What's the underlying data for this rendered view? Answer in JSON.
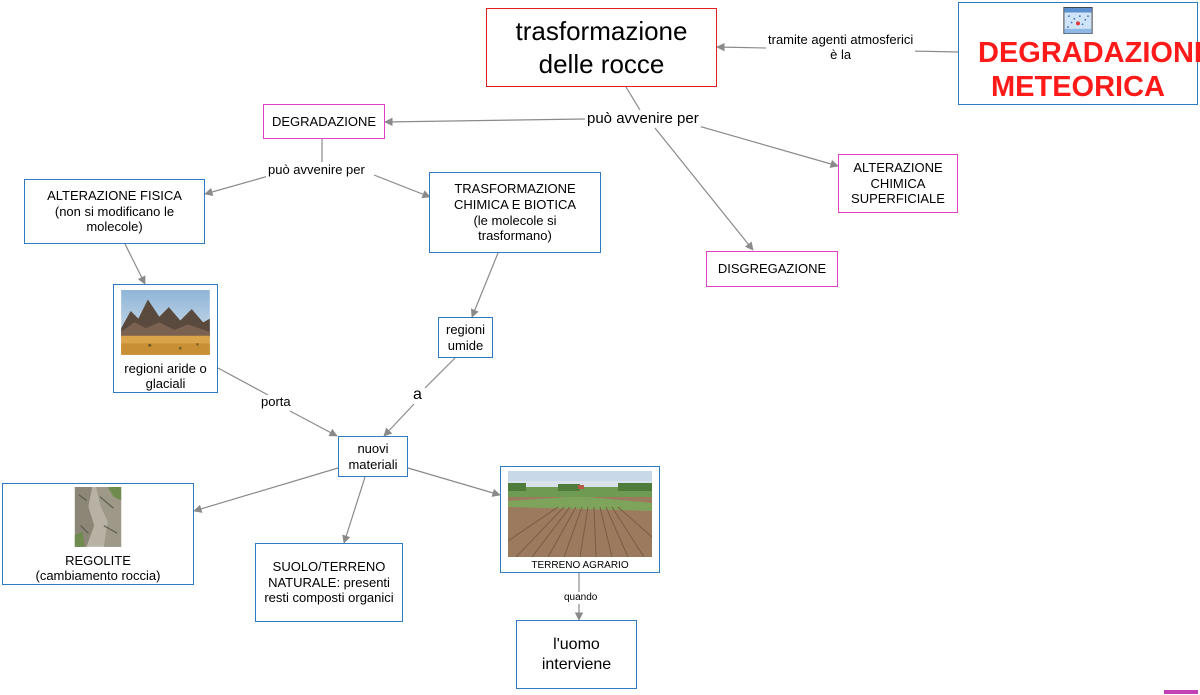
{
  "nodes": {
    "trasformazione": "trasformazione delle rocce",
    "degradazione_meteorica": "DEGRADAZIONE METEORICA",
    "degradazione": "DEGRADAZIONE",
    "alterazione_chimica": "ALTERAZIONE CHIMICA SUPERFICIALE",
    "disgregazione": "DISGREGAZIONE",
    "alterazione_fisica_title": "ALTERAZIONE FISICA",
    "alterazione_fisica_note": "(non si modificano le molecole)",
    "trasf_chimica_title": "TRASFORMAZIONE CHIMICA E BIOTICA",
    "trasf_chimica_note": "(le molecole si trasformano)",
    "regioni_aride": "regioni aride o glaciali",
    "regioni_umide": "regioni umide",
    "nuovi_materiali": "nuovi materiali",
    "regolite_title": "REGOLITE",
    "regolite_note": "(cambiamento roccia)",
    "suolo": "SUOLO/TERRENO NATURALE: presenti resti composti organici",
    "terreno_agrario": "TERRENO AGRARIO",
    "uomo": "l'uomo interviene"
  },
  "links": {
    "tramite_line1": "tramite agenti atmosferici",
    "tramite_line2": "è la",
    "puo_avvenire_1": "può avvenire per",
    "puo_avvenire_2": "può avvenire per",
    "porta": "porta",
    "a": "a",
    "quando": "quando"
  },
  "colors": {
    "concept_border": "#2e7bc4",
    "branch_border": "#e040c8",
    "root_border": "#e02020",
    "title_text": "#ff1a1a",
    "link_line": "#8a8a8a"
  }
}
